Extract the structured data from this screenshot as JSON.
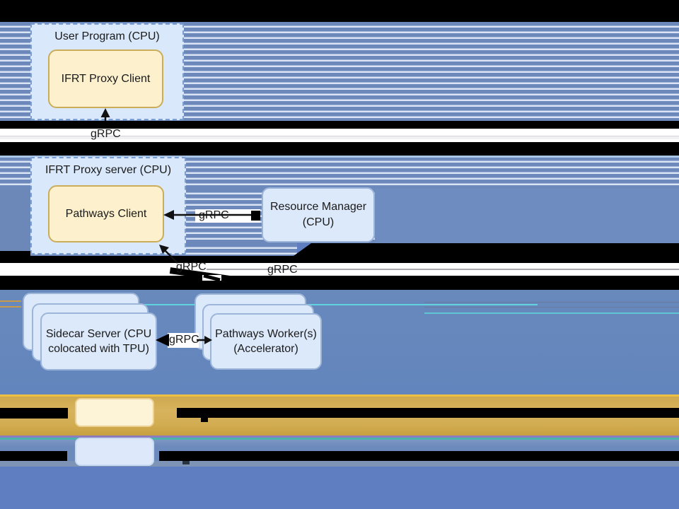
{
  "diagram": {
    "user_program": {
      "title": "User Program (CPU)",
      "child": "IFRT Proxy Client"
    },
    "ifrt_server": {
      "title": "IFRT Proxy server (CPU)",
      "child": "Pathways Client"
    },
    "resource_manager": {
      "line1": "Resource Manager",
      "line2": "(CPU)"
    },
    "sidecar": {
      "line1": "Sidecar Server (CPU",
      "line2": "colocated with TPU)"
    },
    "workers": {
      "line1": "Pathways Worker(s)",
      "line2": "(Accelerator)"
    },
    "grpc_labels": {
      "top": "gRPC",
      "mid": "gRPC",
      "below_client": "gRPC",
      "below_rm": "gRPC",
      "between_stacks": "gRPC"
    }
  },
  "colors": {
    "stripe_blue": "#6d89bb",
    "stripe_light": "#d9e4f4",
    "container_fill": "#d9e8fb",
    "container_border": "#7b9fd4",
    "yellow_fill": "#fcf0cd",
    "yellow_border": "#cbac59",
    "box_fill": "#dce9fb",
    "box_border": "#9db5d8",
    "solid_blue": "#6788bb",
    "solid_blue_right": "#6e8cbf",
    "solid_blue_bottom": "#5f7ec2",
    "gold_band": "#d2ac50",
    "gold_line": "#ecc043",
    "purple_line": "#8d7bbf",
    "teal_line": "#4ab3ab",
    "legend_yellow_fill": "#fdf3d6",
    "legend_yellow_border": "#ecd193",
    "legend_blue_fill": "#dde9fb",
    "legend_blue_border": "#c8d9f2",
    "arrow": "#111111"
  }
}
